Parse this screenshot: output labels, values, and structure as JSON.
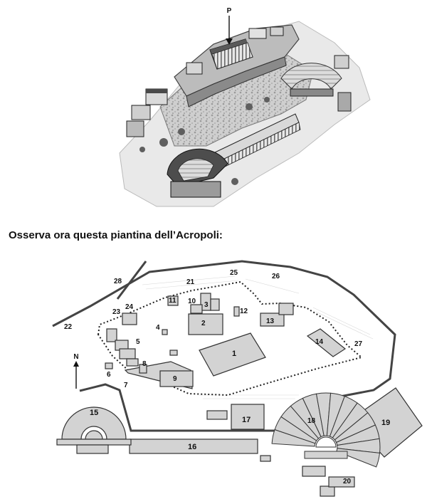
{
  "illustration": {
    "marker": "P"
  },
  "caption": "Osserva ora questa piantina dell’Acropoli:",
  "plan": {
    "north": "N",
    "labels": [
      "1",
      "2",
      "3",
      "4",
      "5",
      "6",
      "7",
      "8",
      "9",
      "10",
      "11",
      "12",
      "13",
      "14",
      "15",
      "16",
      "17",
      "18",
      "19",
      "20",
      "21",
      "22",
      "23",
      "24",
      "25",
      "26",
      "27",
      "28"
    ]
  }
}
